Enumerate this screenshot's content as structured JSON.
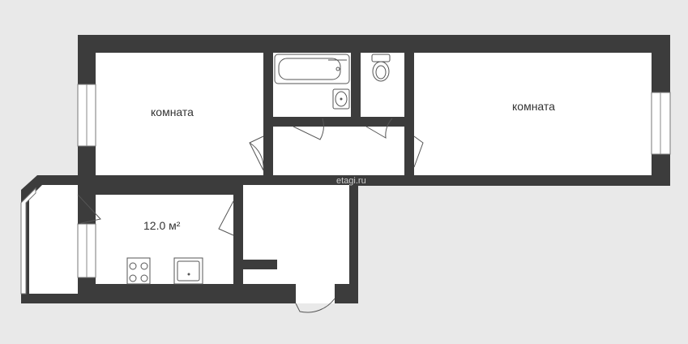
{
  "plan": {
    "rooms": {
      "room_left": "комната",
      "room_right": "комната",
      "kitchen_area": "12.0 м²"
    },
    "colors": {
      "background": "#e9e9e9",
      "walls": "#3c3c3c",
      "floor": "#ffffff"
    }
  }
}
